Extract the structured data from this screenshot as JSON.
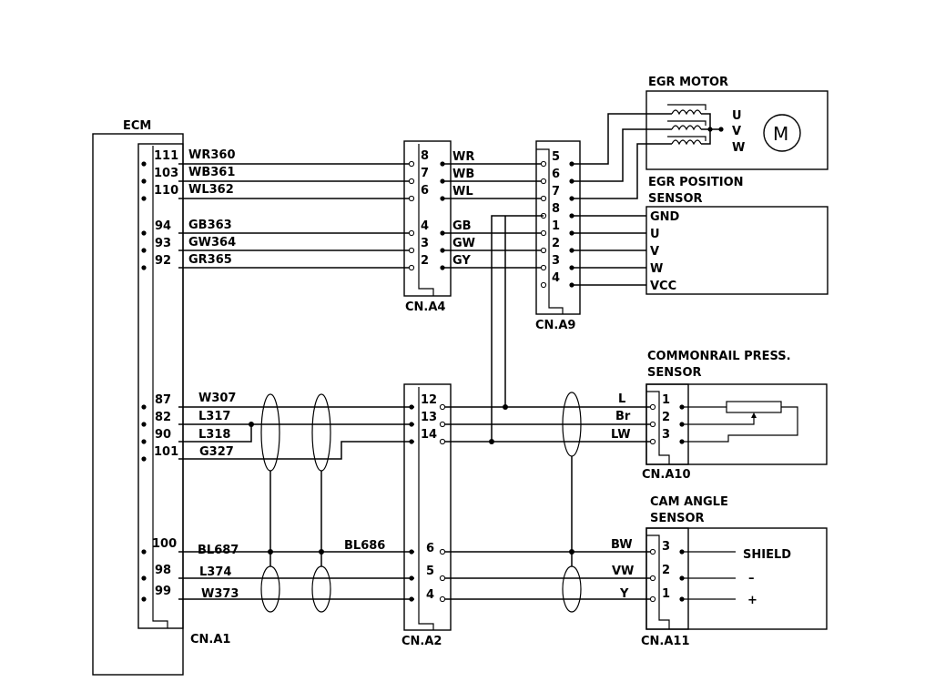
{
  "components": {
    "ecm": "ECM",
    "egr_motor": "EGR MOTOR",
    "egr_position_sensor": [
      "EGR POSITION",
      "SENSOR"
    ],
    "commonrail_press_sensor": [
      "COMMONRAIL PRESS.",
      "SENSOR"
    ],
    "cam_angle_sensor": [
      "CAM ANGLE",
      "SENSOR"
    ],
    "motor_symbol": "M"
  },
  "connectors": {
    "a1": "CN.A1",
    "a2": "CN.A2",
    "a4": "CN.A4",
    "a9": "CN.A9",
    "a10": "CN.A10",
    "a11": "CN.A11"
  },
  "ecm_pins": [
    "111",
    "103",
    "110",
    "94",
    "93",
    "92",
    "87",
    "82",
    "90",
    "101",
    "100",
    "98",
    "99"
  ],
  "wires_ecm_side": [
    "WR360",
    "WB361",
    "WL362",
    "GB363",
    "GW364",
    "GR365",
    "W307",
    "L317",
    "L318",
    "G327",
    "BL687",
    "L374",
    "W373"
  ],
  "bl686": "BL686",
  "cn_a4_pins": [
    "8",
    "7",
    "6",
    "4",
    "3",
    "2"
  ],
  "cn_a4_wires": [
    "WR",
    "WB",
    "WL",
    "GB",
    "GW",
    "GY"
  ],
  "cn_a9_pins": [
    "5",
    "6",
    "7",
    "8",
    "1",
    "2",
    "3",
    "4"
  ],
  "cn_a2_pins": [
    "12",
    "13",
    "14",
    "6",
    "5",
    "4"
  ],
  "motor_phases": [
    "U",
    "V",
    "W"
  ],
  "egr_sensor_terminals": [
    "GND",
    "U",
    "V",
    "W",
    "VCC"
  ],
  "cn_a10_wires": [
    "L",
    "Br",
    "LW"
  ],
  "cn_a10_pins": [
    "1",
    "2",
    "3"
  ],
  "cn_a11_wires": [
    "BW",
    "VW",
    "Y"
  ],
  "cn_a11_pins": [
    "3",
    "2",
    "1"
  ],
  "cam_terminals": [
    "SHIELD",
    "–",
    "+"
  ]
}
